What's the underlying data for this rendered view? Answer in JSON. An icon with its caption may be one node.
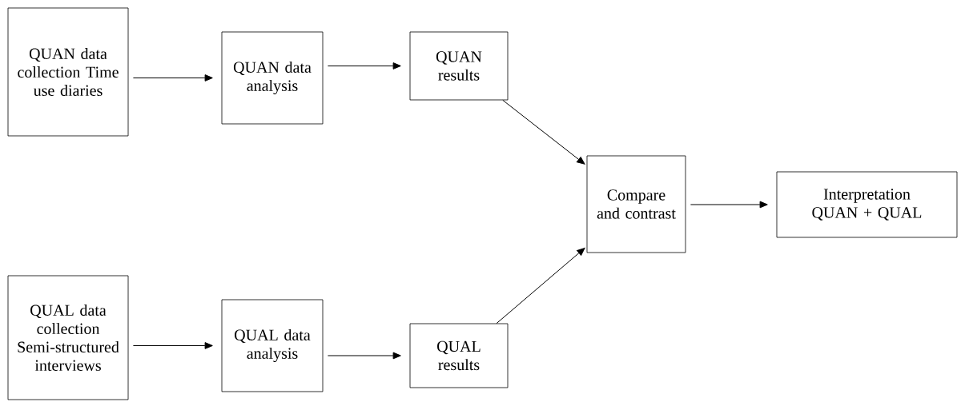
{
  "diagram": {
    "nodes": [
      {
        "text": [
          "QUAN data collection Time use diaries"
        ]
      },
      {
        "text": [
          "QUAN data analysis"
        ]
      },
      {
        "text": [
          "QUAN results"
        ]
      },
      {
        "text": [
          "Compare and contrast"
        ]
      },
      {
        "text": [
          "Interpretation QUAN + QUAL"
        ]
      },
      {
        "text": [
          "QUAL data collection Semi-structured interviews"
        ]
      },
      {
        "text": [
          "QUAL data analysis"
        ]
      },
      {
        "text": [
          "QUAL results"
        ]
      }
    ],
    "edges": [
      {
        "from": 0,
        "to": 1,
        "arrow": "to"
      },
      {
        "from": 1,
        "to": 2,
        "arrow": "to"
      },
      {
        "from": 2,
        "to": 3,
        "arrow": "to"
      },
      {
        "from": 3,
        "to": 4,
        "arrow": "to"
      },
      {
        "from": 5,
        "to": 6,
        "arrow": "to"
      },
      {
        "from": 6,
        "to": 7,
        "arrow": "to"
      },
      {
        "from": 7,
        "to": 3,
        "arrow": "to"
      }
    ]
  }
}
